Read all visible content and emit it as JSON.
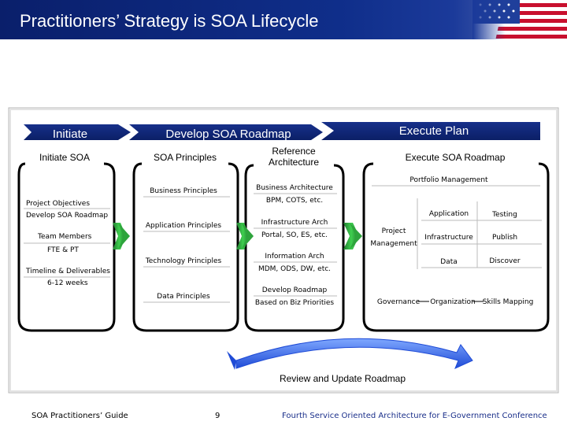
{
  "header": {
    "title": "Practitioners’ Strategy is SOA Lifecycle"
  },
  "phases": {
    "initiate": "Initiate",
    "develop": "Develop SOA Roadmap",
    "execute": "Execute Plan"
  },
  "col1": {
    "title": "Initiate SOA",
    "items": [
      "Project Objectives",
      "Develop SOA Roadmap",
      "Team Members",
      "FTE & PT",
      "Timeline & Deliverables",
      "6-12 weeks"
    ]
  },
  "col2": {
    "title": "SOA Principles",
    "items": [
      "Business Principles",
      "Application Principles",
      "Technology Principles",
      "Data Principles"
    ]
  },
  "col3": {
    "title": "Reference Architecture",
    "items": [
      {
        "top": "Business Architecture",
        "bottom": "BPM, COTS, etc."
      },
      {
        "top": "Infrastructure Arch",
        "bottom": "Portal, SO, ES, etc."
      },
      {
        "top": "Information Arch",
        "bottom": "MDM, ODS, DW, etc."
      },
      {
        "top": "Develop Roadmap",
        "bottom": "Based on Biz Priorities"
      }
    ]
  },
  "col4": {
    "title": "Execute SOA Roadmap",
    "portfolio": "Portfolio Management",
    "project_line1": "Project",
    "project_line2": "Management",
    "grid": [
      "Application",
      "Testing",
      "Infrastructure",
      "Publish",
      "Data",
      "Discover"
    ],
    "bottom": [
      "Governance",
      "Organization",
      "Skills Mapping"
    ]
  },
  "review": "Review and Update Roadmap",
  "footer": {
    "left": "SOA Practitioners’ Guide",
    "page": "9",
    "right": "Fourth Service Oriented Architecture for E-Government Conference"
  }
}
